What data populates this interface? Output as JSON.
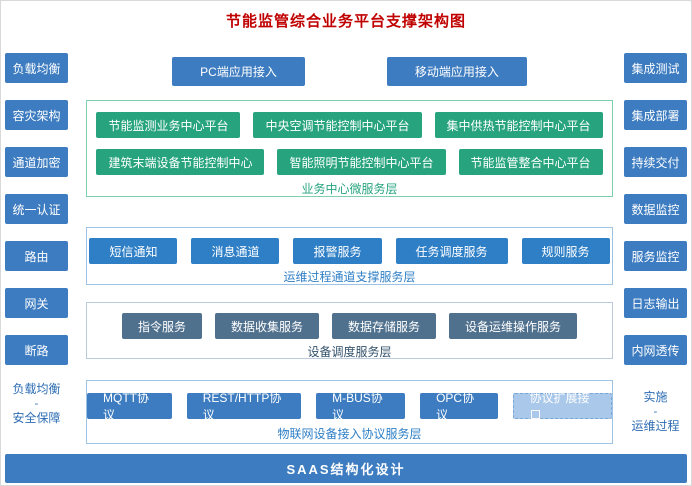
{
  "title": "节能监管综合业务平台支撑架构图",
  "colors": {
    "primary_blue": "#3d7cc0",
    "bright_blue": "#2e7fc6",
    "teal_green": "#27a47e",
    "slate_blue": "#50718e",
    "light_blue_dashed": "#aac8e9",
    "title_red": "#c00000"
  },
  "left_sidebar": {
    "items": [
      "负载均衡",
      "容灾架构",
      "通道加密",
      "统一认证",
      "路由",
      "网关",
      "断路"
    ],
    "footer_top": "负载均衡",
    "footer_dash": "-",
    "footer_bottom": "安全保障"
  },
  "right_sidebar": {
    "items": [
      "集成测试",
      "集成部署",
      "持续交付",
      "数据监控",
      "服务监控",
      "日志输出",
      "内网透传"
    ],
    "footer_top": "实施",
    "footer_dash": "-",
    "footer_bottom": "运维过程"
  },
  "access_buttons": [
    "PC端应用接入",
    "移动端应用接入"
  ],
  "business_layer": {
    "label": "业务中心微服务层",
    "row1": [
      "节能监测业务中心平台",
      "中央空调节能控制中心平台",
      "集中供热节能控制中心平台"
    ],
    "row2": [
      "建筑末端设备节能控制中心",
      "智能照明节能控制中心平台",
      "节能监管整合中心平台"
    ]
  },
  "channel_layer": {
    "label": "运维过程通道支撑服务层",
    "items": [
      "短信通知",
      "消息通道",
      "报警服务",
      "任务调度服务",
      "规则服务"
    ]
  },
  "dispatch_layer": {
    "label": "设备调度服务层",
    "items": [
      "指令服务",
      "数据收集服务",
      "数据存储服务",
      "设备运维操作服务"
    ]
  },
  "protocol_layer": {
    "label": "物联网设备接入协议服务层",
    "items": [
      "MQTT协议",
      "REST/HTTP协议",
      "M-BUS协议",
      "OPC协议"
    ],
    "extension": "协议扩展接口"
  },
  "footer_bar": "SAAS结构化设计"
}
